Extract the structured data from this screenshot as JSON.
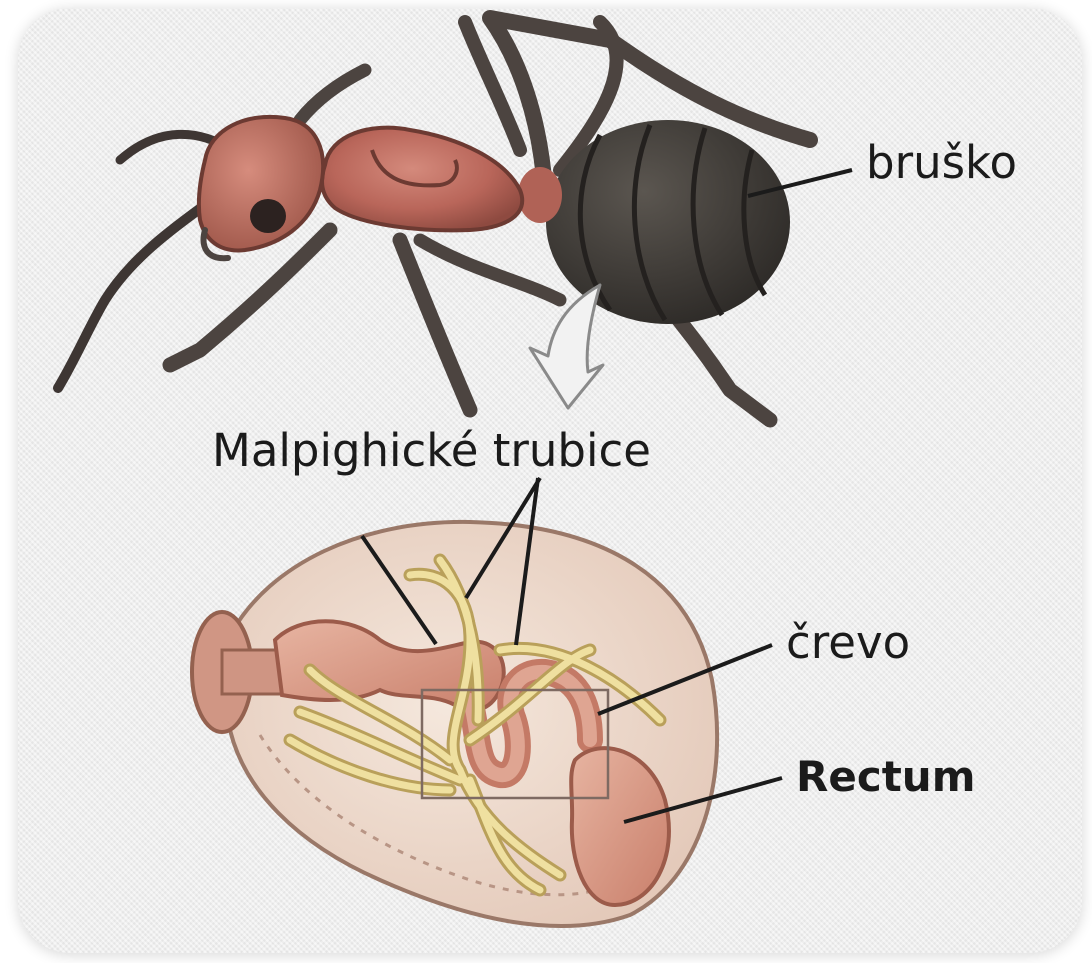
{
  "labels": {
    "abdomen": "bruško",
    "malpighian_tubules": "Malpighické trubice",
    "intestine": "črevo",
    "rectum": "Rectum"
  },
  "colors": {
    "card_background": "#eeeeee",
    "ant_head_thorax": "#b9665a",
    "ant_abdomen": "#3d3a36",
    "ant_legs": "#4c4440",
    "abdomen_section_fill": "#ecd9cd",
    "gut": "#d89e8a",
    "tubules": "#e3cf86",
    "label_text": "#1b1b1b"
  }
}
